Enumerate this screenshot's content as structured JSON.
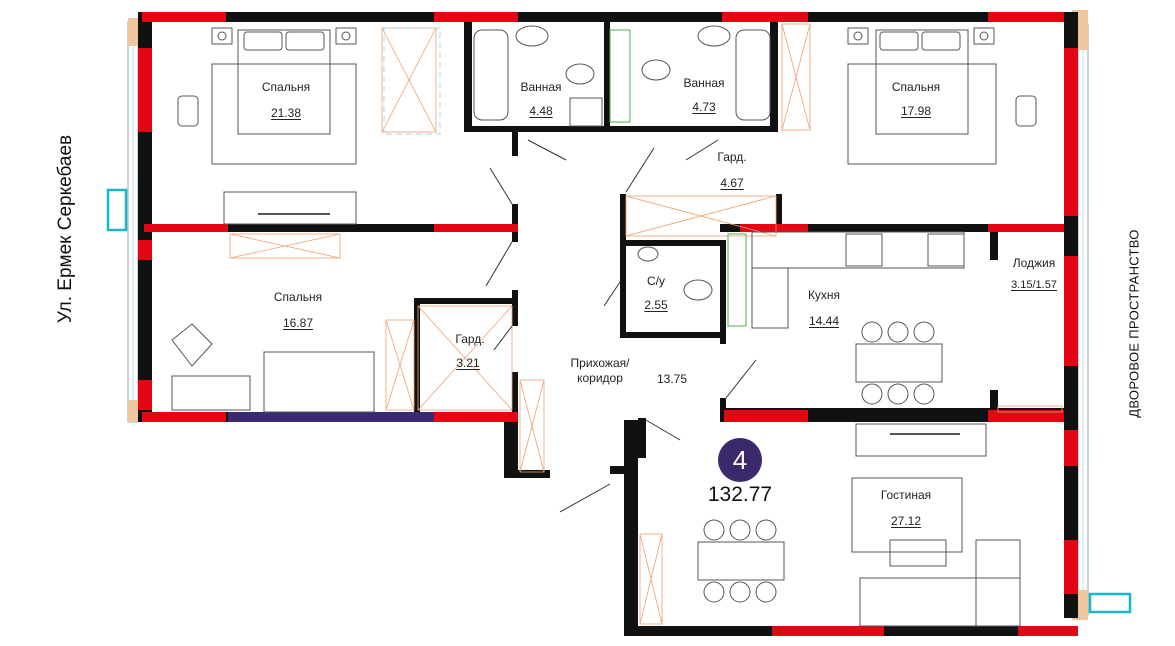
{
  "street_label": "Ул. Ермек Серкебаев",
  "courtyard_label": "ДВОРОВОЕ ПРОСТРАНСТВО",
  "apartment": {
    "rooms": "4",
    "total_area": "132.77"
  },
  "rooms": [
    {
      "name": "Спальня",
      "area": "21.38"
    },
    {
      "name": "Ванная",
      "area": "4.48"
    },
    {
      "name": "Ванная",
      "area": "4.73"
    },
    {
      "name": "Спальня",
      "area": "17.98"
    },
    {
      "name": "Гард.",
      "area": "4.67"
    },
    {
      "name": "Спальня",
      "area": "16.87"
    },
    {
      "name": "Гард.",
      "area": "3.21"
    },
    {
      "name": "С/у",
      "area": "2.55"
    },
    {
      "name": "Кухня",
      "area": "14.44"
    },
    {
      "name": "Лоджия",
      "area": "3.15/1.57"
    },
    {
      "name": "Прихожая/\nкоридор",
      "area": "13.75"
    },
    {
      "name": "Гостиная",
      "area": "27.12"
    }
  ],
  "colors": {
    "wall": "#111111",
    "window": "#e30613",
    "badge": "#3b2a6b",
    "furniture_outline": "#555555",
    "storage_hatch": "#f0a070",
    "glass": "#9fd8e8"
  }
}
